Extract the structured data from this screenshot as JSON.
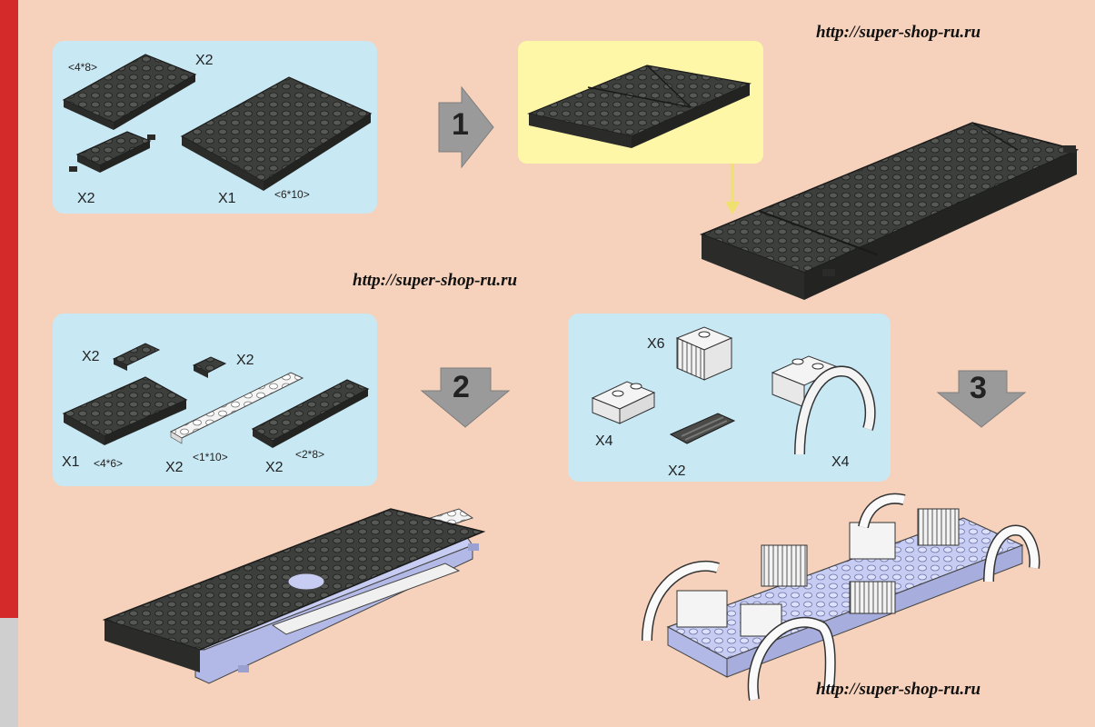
{
  "watermark": "http://super-shop-ru.ru",
  "step1": {
    "number": "1",
    "size_a": "<4*8>",
    "qty_a": "X2",
    "qty_b": "X2",
    "qty_c": "X1",
    "size_c": "<6*10>"
  },
  "step2": {
    "number": "2",
    "qty_a": "X2",
    "qty_b": "X2",
    "qty_c": "X1",
    "size_c": "<4*6>",
    "qty_d": "X2",
    "size_d": "<1*10>",
    "qty_e": "X2",
    "size_e": "<2*8>"
  },
  "step3": {
    "number": "3",
    "qty_a": "X6",
    "qty_b": "X4",
    "qty_c": "X2",
    "qty_d": "X4"
  },
  "colors": {
    "panel": "#c8e8f4",
    "highlight": "#fff7a8",
    "background": "#f6d2bc",
    "brick_dark": "#3d3f3c",
    "arrow": "#9a9a9a"
  }
}
